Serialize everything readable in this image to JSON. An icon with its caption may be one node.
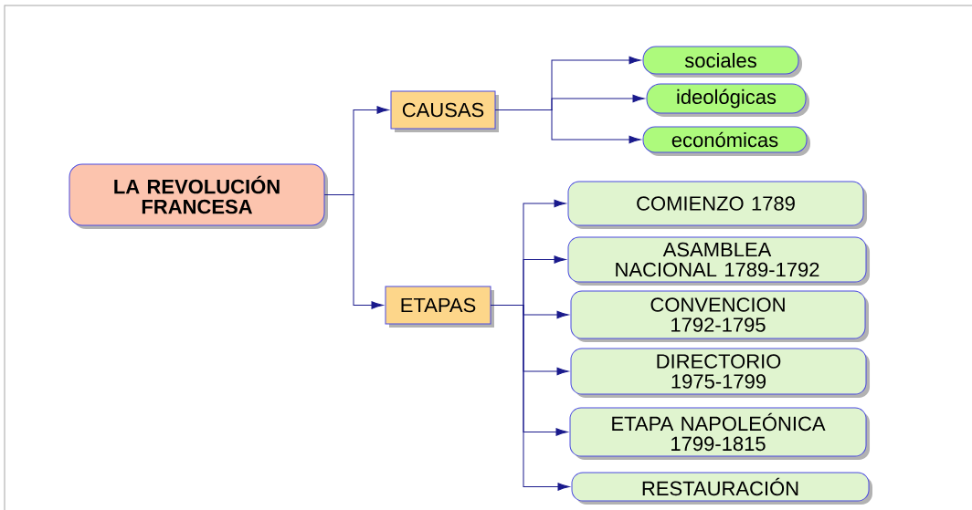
{
  "diagram": {
    "nodes": [
      {
        "text": [
          "LA REVOLUCIÓN FRANCESA"
        ]
      },
      {
        "text": [
          "CAUSAS"
        ]
      },
      {
        "text": [
          "ETAPAS"
        ]
      },
      {
        "text": [
          "sociales"
        ]
      },
      {
        "text": [
          "ideológicas"
        ]
      },
      {
        "text": [
          "económicas"
        ]
      },
      {
        "text": [
          "COMIENZO 1789"
        ]
      },
      {
        "text": [
          "ASAMBLEA NACIONAL 1789-1792"
        ]
      },
      {
        "text": [
          "CONVENCION 1792-1795"
        ]
      },
      {
        "text": [
          "DIRECTORIO 1975-1799"
        ]
      },
      {
        "text": [
          "ETAPA NAPOLEÓNICA 1799-1815"
        ]
      },
      {
        "text": [
          "RESTAURACIÓN"
        ]
      }
    ],
    "edges": [
      {
        "from": 0,
        "to": 1,
        "arrow": "to"
      },
      {
        "from": 0,
        "to": 2,
        "arrow": "to"
      },
      {
        "from": 1,
        "to": 3,
        "arrow": "to"
      },
      {
        "from": 1,
        "to": 4,
        "arrow": "to"
      },
      {
        "from": 1,
        "to": 5,
        "arrow": "to"
      },
      {
        "from": 2,
        "to": 6,
        "arrow": "to"
      },
      {
        "from": 2,
        "to": 7,
        "arrow": "to"
      },
      {
        "from": 2,
        "to": 8,
        "arrow": "to"
      },
      {
        "from": 2,
        "to": 9,
        "arrow": "to"
      },
      {
        "from": 2,
        "to": 10,
        "arrow": "to"
      },
      {
        "from": 2,
        "to": 11,
        "arrow": "to"
      }
    ]
  }
}
